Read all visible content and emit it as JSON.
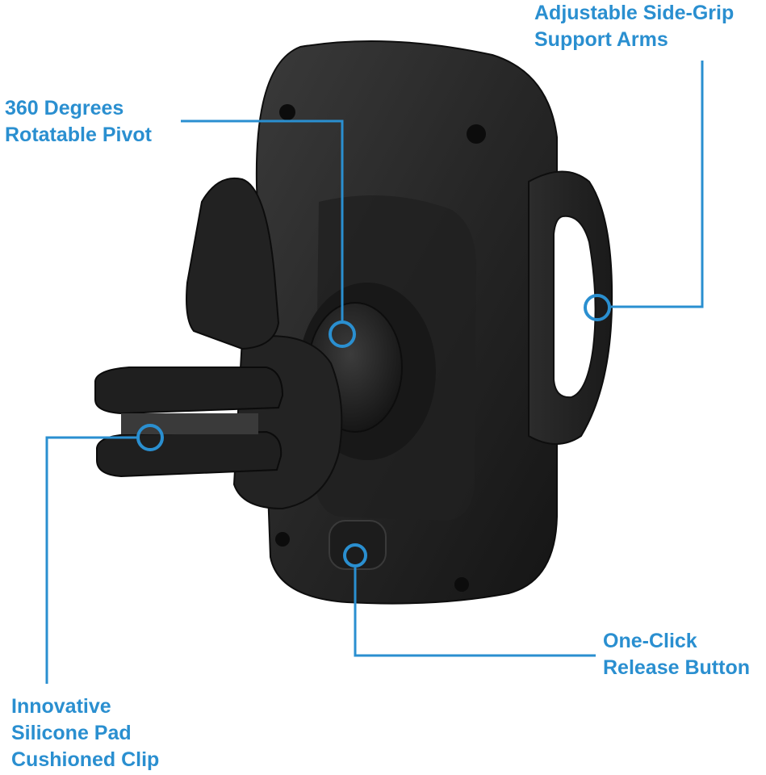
{
  "callouts": {
    "arms": {
      "line1": "Adjustable Side-Grip",
      "line2": "Support Arms"
    },
    "pivot": {
      "line1": "360 Degrees",
      "line2": "Rotatable Pivot"
    },
    "release": {
      "line1": "One-Click",
      "line2": "Release Button"
    },
    "clip": {
      "line1": "Innovative",
      "line2": "Silicone Pad",
      "line3": "Cushioned Clip"
    }
  },
  "colors": {
    "accent": "#2a8fd0",
    "product": "#1e1e1e"
  },
  "icons": [
    "phone-mount-illustration",
    "callout-marker"
  ]
}
